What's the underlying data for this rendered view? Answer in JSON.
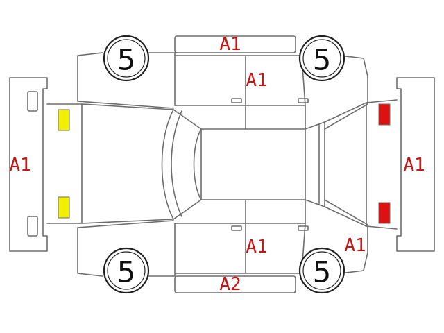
{
  "colors": {
    "outline": "#6d6d6d",
    "code": "#cc1111",
    "front_lamp": "#f2ee00",
    "rear_lamp": "#dd1111"
  },
  "tires": {
    "front_left": "5",
    "front_right": "5",
    "rear_left": "5",
    "rear_right": "5"
  },
  "damage_codes": {
    "top_bumper_strip": "A1",
    "upper_rear_door": "A1",
    "left_bumper": "A1",
    "right_bumper": "A1",
    "lower_rear_door": "A1",
    "lower_rear_quarter": "A1",
    "bottom_bumper_strip": "A2"
  }
}
